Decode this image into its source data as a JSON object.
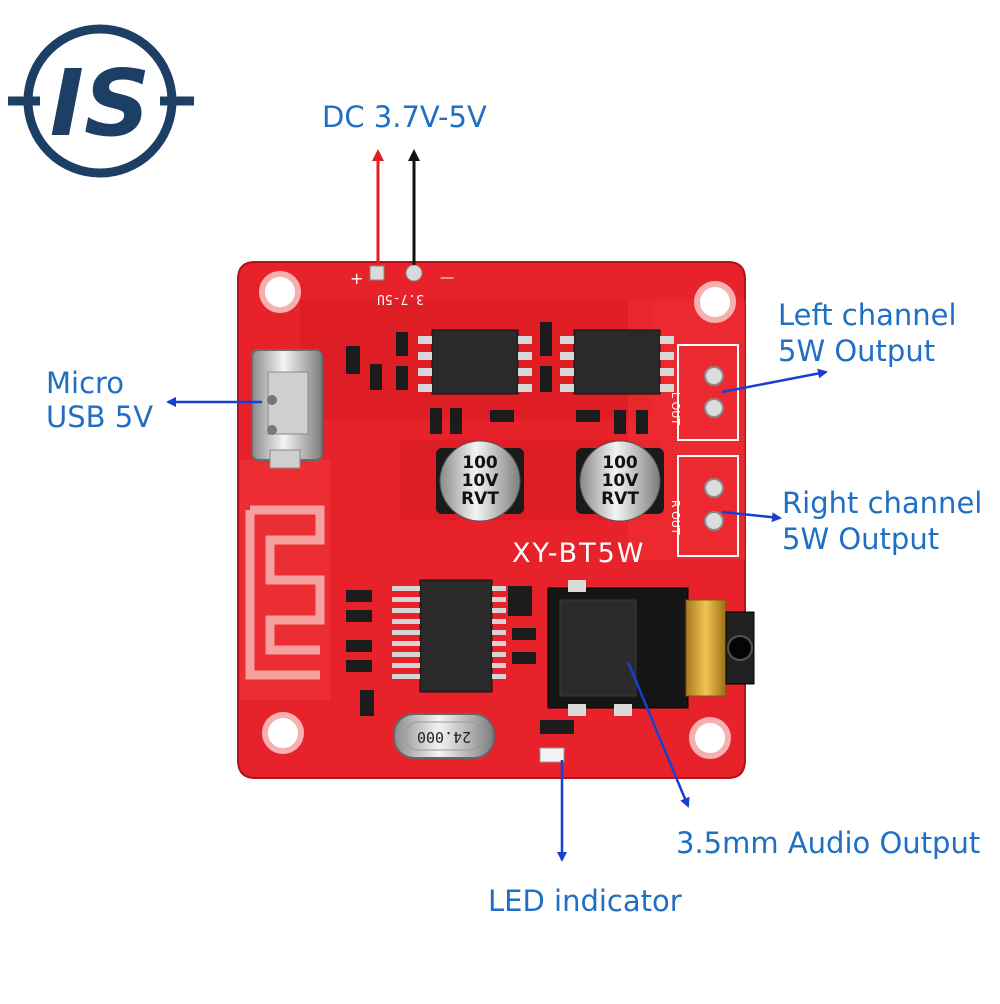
{
  "logo": {
    "text": "IS",
    "color": "#1d3f66"
  },
  "board": {
    "model": "XY-BT5W",
    "silk_voltage": "3.7-5U",
    "silk_plus": "+",
    "silk_minus": "—",
    "capacitor_lines": [
      "100",
      "10V",
      "RVT"
    ],
    "crystal": "24.000",
    "out_left": "L OUT",
    "out_right": "R OUT",
    "color": "#e8222a"
  },
  "labels": {
    "dc_input": "DC 3.7V-5V",
    "micro_usb_line1": "Micro",
    "micro_usb_line2": "USB 5V",
    "left_channel_line1": "Left channel",
    "left_channel_line2": "5W Output",
    "right_channel_line1": "Right channel",
    "right_channel_line2": "5W Output",
    "audio_output": "3.5mm Audio Output",
    "led_indicator": "LED indicator"
  },
  "colors": {
    "label": "#1f6fc4",
    "arrow_blue": "#1a3fd0",
    "arrow_red": "#e02020",
    "arrow_black": "#111111"
  }
}
